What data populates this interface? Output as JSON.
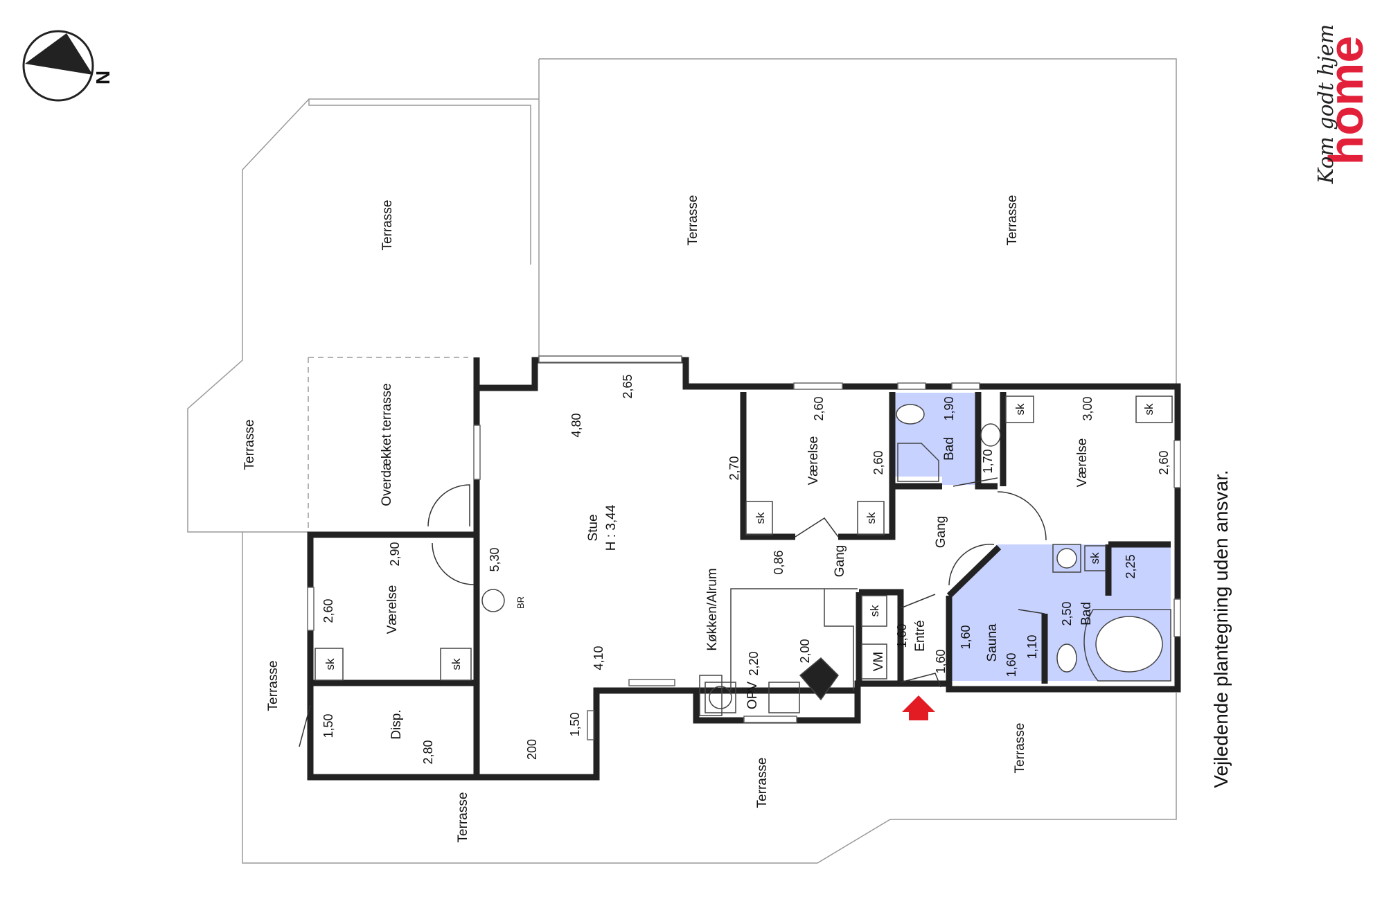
{
  "disclaimer": "Vejledende plantegning uden ansvar.",
  "north_label": "N",
  "logo": {
    "word": "home",
    "tagline": "Kom godt hjem"
  },
  "colors": {
    "wall": "#222222",
    "outline": "#888888",
    "wet": "#c8d2ff",
    "logo": "#e3203a",
    "arrow": "#e31b23"
  },
  "labels": {
    "terrasse": "Terrasse",
    "overdaekket": "Overdækket terrasse",
    "stue": "Stue",
    "stue_h": "H : 3,44",
    "vaerelse": "Værelse",
    "disp": "Disp.",
    "gang": "Gang",
    "bad": "Bad",
    "sauna": "Sauna",
    "entre": "Entré",
    "koekken": "Køkken/Alrum",
    "opv": "OPV",
    "vm": "VM",
    "br": "BR",
    "sk": "sk"
  },
  "dims": {
    "d265": "2,65",
    "d480": "4,80",
    "d530": "5,30",
    "d410": "4,10",
    "d150": "1,50",
    "d200": "200",
    "d290": "2,90",
    "d260": "2,60",
    "d280": "2,80",
    "d270": "2,70",
    "d086": "0,86",
    "d190": "1,90",
    "d170": "1,70",
    "d300": "3,00",
    "d225": "2,25",
    "d250": "2,50",
    "d160": "1,60",
    "d110": "1,10",
    "d220": "2,20"
  }
}
